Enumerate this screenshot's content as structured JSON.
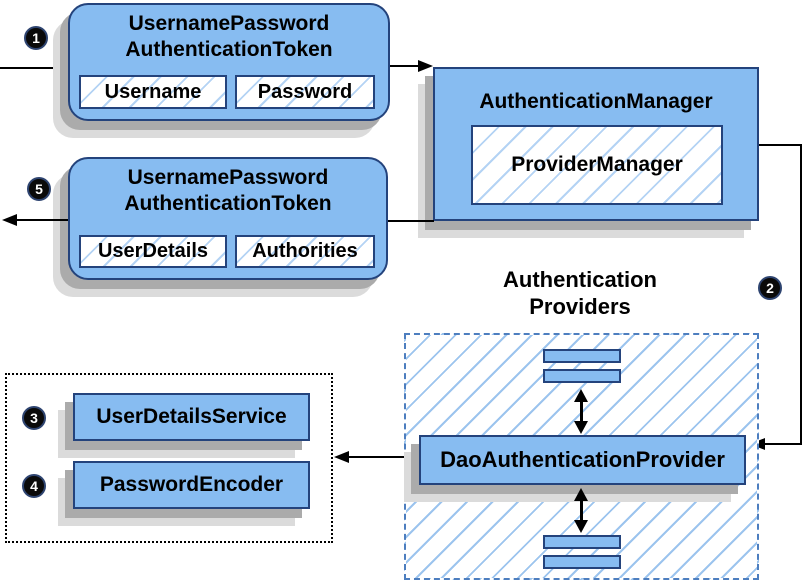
{
  "nodes": {
    "request_token": {
      "title_line1": "UsernamePassword",
      "title_line2": "AuthenticationToken",
      "field1": "Username",
      "field2": "Password"
    },
    "auth_manager": {
      "title": "AuthenticationManager",
      "inner": "ProviderManager"
    },
    "result_token": {
      "title_line1": "UsernamePassword",
      "title_line2": "AuthenticationToken",
      "field1": "UserDetails",
      "field2": "Authorities"
    },
    "providers_heading": {
      "line1": "Authentication",
      "line2": "Providers"
    },
    "dao_provider": {
      "label": "DaoAuthenticationProvider"
    },
    "user_details_service": {
      "label": "UserDetailsService"
    },
    "password_encoder": {
      "label": "PasswordEncoder"
    }
  },
  "badges": {
    "step1": "1",
    "step2": "2",
    "step3": "3",
    "step4": "4",
    "step5": "5"
  },
  "colors": {
    "node_fill": "#87BCF1",
    "node_border": "#24437C",
    "hatch_line": "#9CC4EE",
    "dashed_border": "#4D7EBF",
    "dotted_border": "#000000",
    "shadow_dark": "#ABABAB",
    "shadow_light": "#DBDBDB",
    "arrow": "#000000",
    "badge_bg": "#0A0A0A",
    "badge_text": "#FFFFFF"
  }
}
